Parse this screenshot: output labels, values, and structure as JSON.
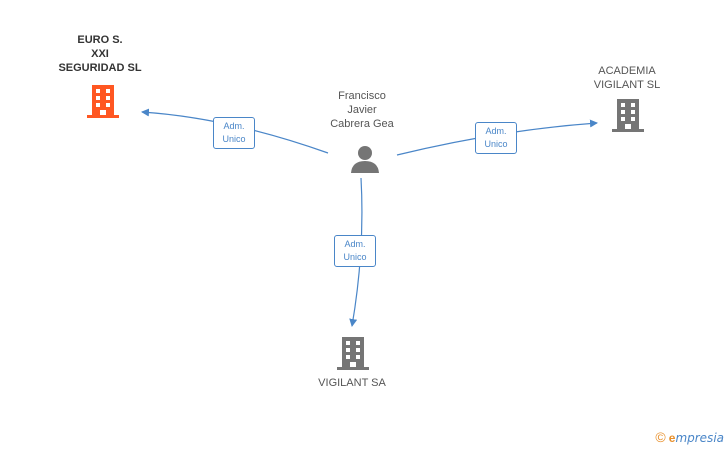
{
  "nodes": {
    "euro": {
      "label": "EURO S.\nXXI\nSEGURIDAD SL",
      "color": "#ff5722"
    },
    "francisco": {
      "label": "Francisco\nJavier\nCabrera Gea",
      "color": "#757575"
    },
    "academia": {
      "label": "ACADEMIA\nVIGILANT SL",
      "color": "#757575"
    },
    "vigilant_sa": {
      "label": "VIGILANT SA",
      "color": "#757575"
    }
  },
  "edges": [
    {
      "label": "Adm.\nUnico"
    },
    {
      "label": "Adm.\nUnico"
    },
    {
      "label": "Adm.\nUnico"
    }
  ],
  "edge_color": "#4a86c8",
  "footer": {
    "copyright": "©",
    "brand_initial": "e",
    "brand_rest": "mpresia"
  }
}
